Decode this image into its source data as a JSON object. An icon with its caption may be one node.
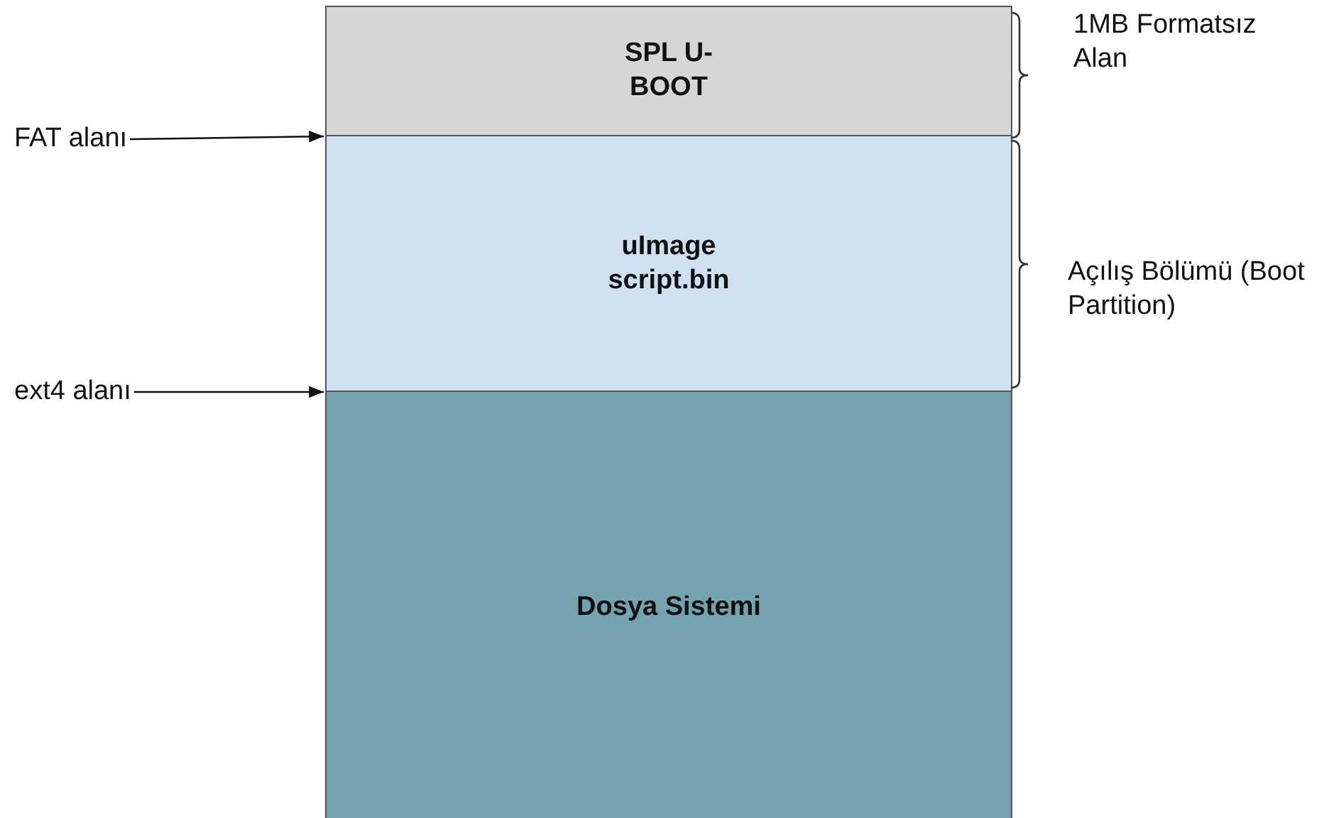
{
  "diagram": {
    "nodes": [
      {
        "text": [
          "SPL U-BOOT"
        ]
      },
      {
        "text": [
          "uImage script.bin"
        ]
      },
      {
        "text": [
          "Dosya Sistemi"
        ]
      },
      {
        "text": [
          "FAT alanı"
        ]
      },
      {
        "text": [
          "ext4 alanı"
        ]
      }
    ],
    "edges": [
      {
        "from": 3,
        "to": 1,
        "arrow": "to"
      },
      {
        "from": 4,
        "to": 2,
        "arrow": "to"
      }
    ],
    "labels": [
      "1MB Formatsız Alan",
      "Açılış Bölümü (Boot Partition)"
    ]
  }
}
